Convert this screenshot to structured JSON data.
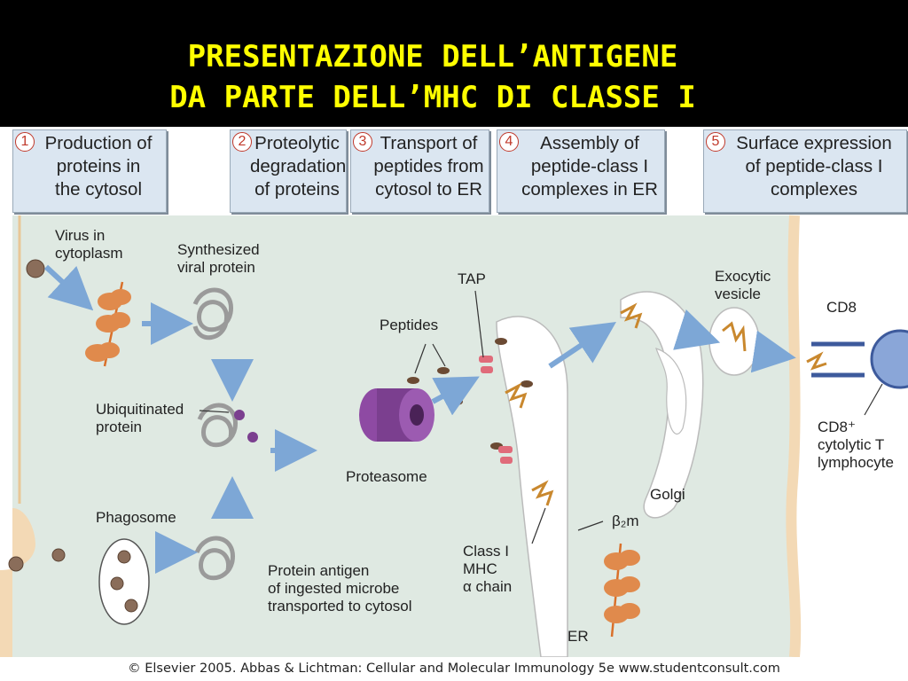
{
  "title": {
    "line1": "PRESENTAZIONE DELL’ANTIGENE",
    "line2": "DA PARTE DELL’MHC DI CLASSE I",
    "color": "#ffff00"
  },
  "steps": [
    {
      "num": "1",
      "text": "Production of\nproteins in\nthe cytosol"
    },
    {
      "num": "2",
      "text": "Proteolytic\ndegradation\nof proteins"
    },
    {
      "num": "3",
      "text": "Transport of\npeptides from\ncytosol to ER"
    },
    {
      "num": "4",
      "text": "Assembly of\npeptide-class I\ncomplexes in ER"
    },
    {
      "num": "5",
      "text": "Surface expression\nof peptide-class I\ncomplexes"
    }
  ],
  "labels": {
    "virus": "Virus in\ncytoplasm",
    "synth": "Synthesized\nviral protein",
    "ubiq": "Ubiquitinated\nprotein",
    "phago": "Phagosome",
    "antigen": "Protein antigen\nof ingested microbe\ntransported to cytosol",
    "proteasome": "Proteasome",
    "peptides": "Peptides",
    "tap": "TAP",
    "classi": "Class I\nMHC\nα chain",
    "b2m": "β₂m",
    "er": "ER",
    "golgi": "Golgi",
    "exo": "Exocytic\nvesicle",
    "cd8": "CD8",
    "ctl": "CD8⁺\ncytolytic T\nlymphocyte"
  },
  "footer": "© Elsevier 2005. Abbas & Lichtman: Cellular and Molecular Immunology 5e www.studentconsult.com",
  "colors": {
    "cytoplasm": "#dfe9e2",
    "membrane": "#f3d9b5",
    "protein": "#e08a4c",
    "proteasome": "#7b3f8f",
    "arrow": "#7da7d6",
    "step_box": "#dbe6f1"
  }
}
